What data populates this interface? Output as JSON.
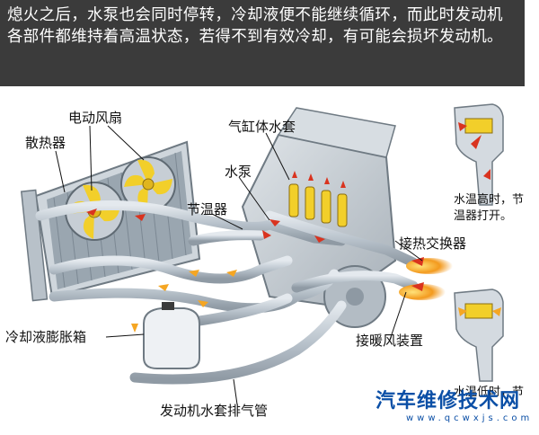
{
  "banner": {
    "text": "熄火之后，水泵也会同时停转，冷却液便不能继续循环，而此时发动机各部件都维持着高温状态，若得不到有效冷却，有可能会损坏发动机。"
  },
  "labels": {
    "fan": "电动风扇",
    "radiator": "散热器",
    "water_jacket": "气缸体水套",
    "pump": "水泵",
    "thermostat": "节温器",
    "heat_exchanger": "接热交换器",
    "expansion_tank": "冷却液膨胀箱",
    "heater": "接暖风装置",
    "vent_pipe": "发动机水套排气管"
  },
  "notes": {
    "high_temp": "水温高时，节温器打开。",
    "low_temp": "水温低时，节"
  },
  "watermark": {
    "name": "汽车维修技术网",
    "url": "www.qcwxjs.com"
  },
  "colors": {
    "banner_bg": "#3b3b3b",
    "hot_arrow": "#d9331f",
    "cool_arrow": "#f5a623",
    "pipe": "#b9c3cc",
    "fan_blade": "#f2cf2a",
    "watermark": "#0b4fa6"
  }
}
